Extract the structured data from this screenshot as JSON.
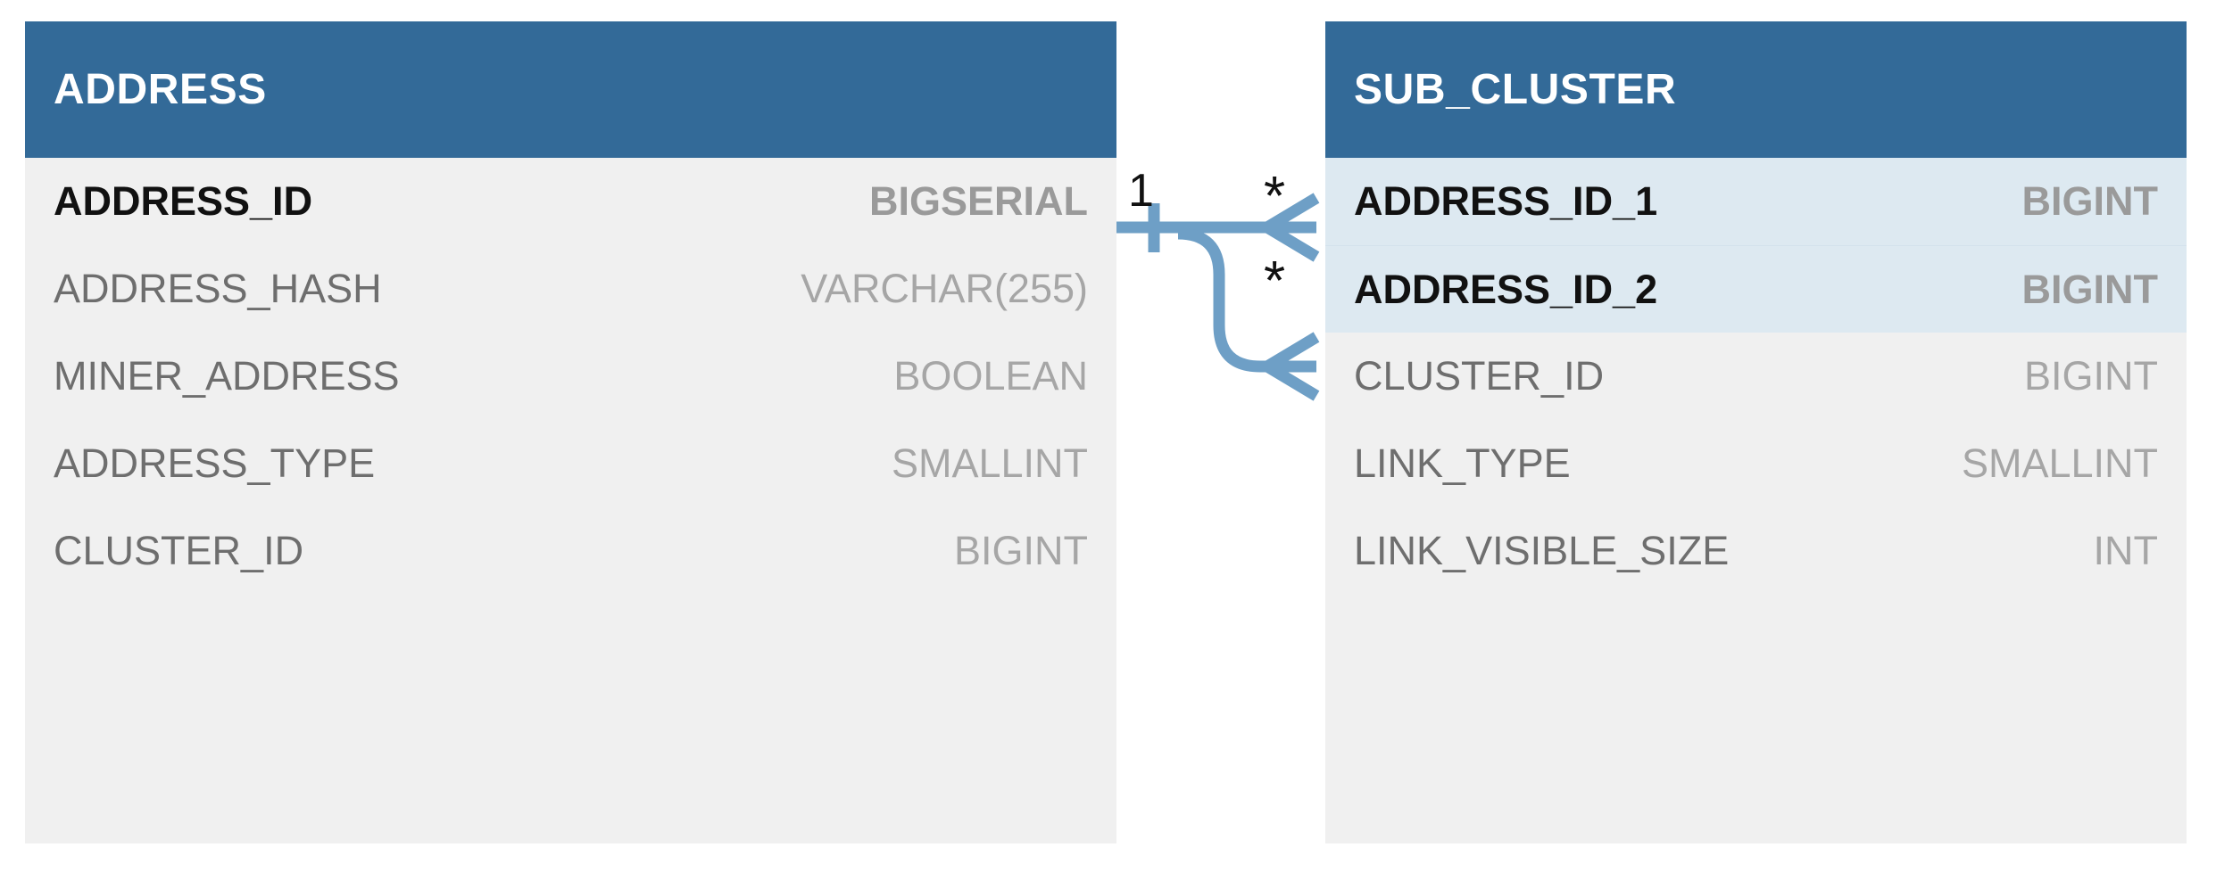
{
  "diagram": {
    "type": "entity-relationship-diagram",
    "colors": {
      "header_background": "#336a98",
      "header_text": "#ffffff",
      "body_background": "#f0f0f0",
      "highlight_row_background": "#dde9f1",
      "connector": "#6e9fc6",
      "key_attribute_text": "#111111",
      "attribute_text": "#6e6e6e",
      "type_text": "#a6a6a6"
    },
    "entities": [
      {
        "id": "address",
        "title": "ADDRESS",
        "attributes": [
          {
            "name": "ADDRESS_ID",
            "type": "BIGSERIAL",
            "key": true,
            "highlight": false
          },
          {
            "name": "ADDRESS_HASH",
            "type": "VARCHAR(255)",
            "key": false,
            "highlight": false
          },
          {
            "name": "MINER_ADDRESS",
            "type": "BOOLEAN",
            "key": false,
            "highlight": false
          },
          {
            "name": "ADDRESS_TYPE",
            "type": "SMALLINT",
            "key": false,
            "highlight": false
          },
          {
            "name": "CLUSTER_ID",
            "type": "BIGINT",
            "key": false,
            "highlight": false
          }
        ]
      },
      {
        "id": "sub_cluster",
        "title": "SUB_CLUSTER",
        "attributes": [
          {
            "name": "ADDRESS_ID_1",
            "type": "BIGINT",
            "key": true,
            "highlight": true
          },
          {
            "name": "ADDRESS_ID_2",
            "type": "BIGINT",
            "key": true,
            "highlight": true
          },
          {
            "name": "CLUSTER_ID",
            "type": "BIGINT",
            "key": false,
            "highlight": false
          },
          {
            "name": "LINK_TYPE",
            "type": "SMALLINT",
            "key": false,
            "highlight": false
          },
          {
            "name": "LINK_VISIBLE_SIZE",
            "type": "INT",
            "key": false,
            "highlight": false
          }
        ]
      }
    ],
    "relationships": [
      {
        "id": "address-to-sub-cluster-1",
        "from_entity": "ADDRESS",
        "from_attribute": "ADDRESS_ID",
        "from_cardinality": "1",
        "to_entity": "SUB_CLUSTER",
        "to_attribute": "ADDRESS_ID_1",
        "to_cardinality": "*",
        "notation": "crows-foot"
      },
      {
        "id": "address-to-sub-cluster-2",
        "from_entity": "ADDRESS",
        "from_attribute": "ADDRESS_ID",
        "from_cardinality": "1",
        "to_entity": "SUB_CLUSTER",
        "to_attribute": "ADDRESS_ID_2",
        "to_cardinality": "*",
        "notation": "crows-foot"
      }
    ],
    "cardinality_labels": {
      "one": "1",
      "many": "*"
    }
  }
}
